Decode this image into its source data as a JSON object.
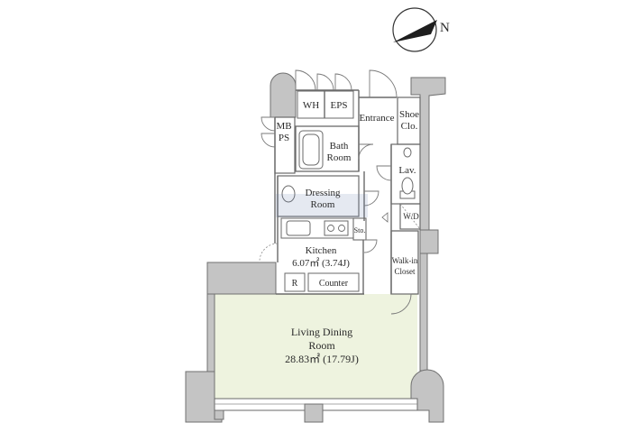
{
  "compass": {
    "north_label": "N"
  },
  "rooms": {
    "wh": "WH",
    "eps": "EPS",
    "mbps_line1": "MB",
    "mbps_line2": "PS",
    "entrance": "Entrance",
    "shoe_line1": "Shoe",
    "shoe_line2": "Clo.",
    "bath_line1": "Bath",
    "bath_line2": "Room",
    "lav": "Lav.",
    "dressing_line1": "Dressing",
    "dressing_line2": "Room",
    "wd": "W/D",
    "sto": "Sto.",
    "kitchen_name": "Kitchen",
    "kitchen_area": "6.07㎡ (3.74J)",
    "walkin_line1": "Walk-in",
    "walkin_line2": "Closet",
    "refrigerator": "R",
    "counter": "Counter",
    "living_line1": "Living Dining",
    "living_line2": "Room",
    "living_area": "28.83㎡ (17.79J)"
  },
  "colors": {
    "wall": "#c4c4c4",
    "living_floor": "#eef3df",
    "compass": "#1e1e1e"
  }
}
